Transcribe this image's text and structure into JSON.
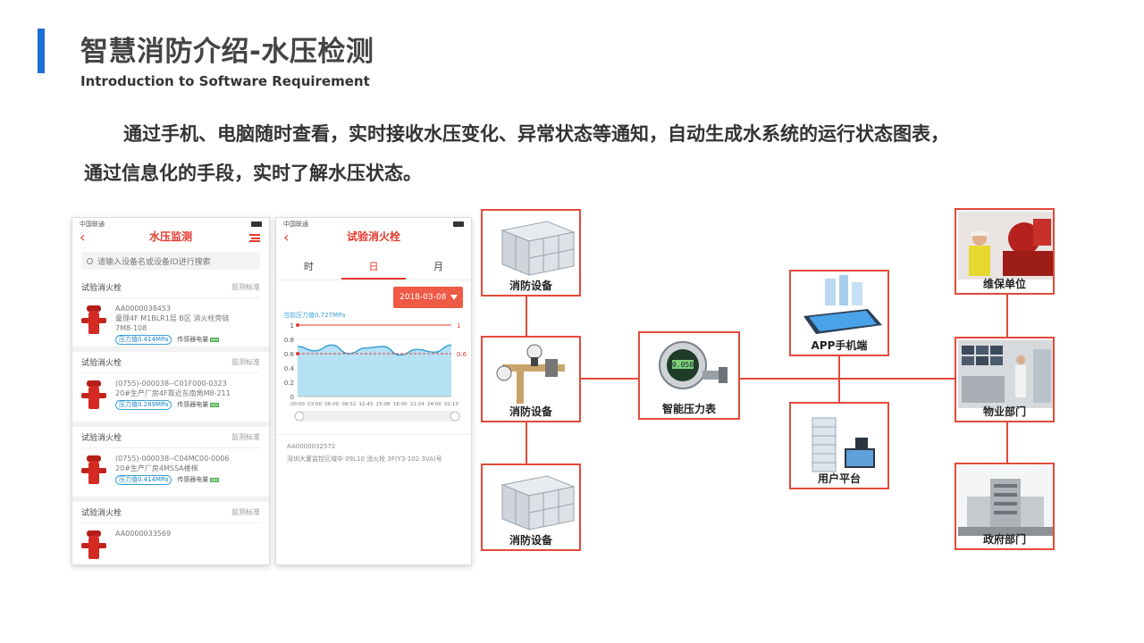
{
  "header": {
    "title": "智慧消防介绍-水压检测",
    "subtitle": "Introduction to Software Requirement"
  },
  "intro": {
    "line1": "通过手机、电脑随时查看，实时接收水压变化、异常状态等通知，自动生成水系统的运行状态图表，",
    "line2": "通过信息化的手段，实时了解水压状态。"
  },
  "phone1": {
    "carrier": "中国联通",
    "title": "水压监测",
    "search_placeholder": "请输入设备名或设备ID进行搜索",
    "devices": [
      {
        "name": "试验消火栓",
        "status": "监测标准",
        "id": "AA0000038453",
        "location": "童理4F M1BLR1层 B区 消火栓旁链",
        "location2": "7M8-108",
        "pressure": "压力值0.414MPa",
        "battery": "传感器电量"
      },
      {
        "name": "试验消火栓",
        "status": "监测标准",
        "id": "(0755)-000038--C01F000-0323",
        "location": "20#生产厂房4F靠近东南角M8-211",
        "location2": "",
        "pressure": "压力值0.289MPa",
        "battery": "传感器电量"
      },
      {
        "name": "试验消火栓",
        "status": "监测标准",
        "id": "(0755)-000038--C04MC00-0006",
        "location": "20#生产厂房4MSSA楼梯",
        "location2": "",
        "pressure": "压力值0.414MPa",
        "battery": "传感器电量"
      },
      {
        "name": "试验消火栓",
        "status": "监测标准",
        "id": "AA0000033569",
        "location": "",
        "location2": "",
        "pressure": "",
        "battery": ""
      }
    ]
  },
  "phone2": {
    "carrier": "中国联通",
    "title": "试验消火栓",
    "tabs": [
      "时",
      "日",
      "月"
    ],
    "active_tab": 1,
    "date": "2018-03-08",
    "current_pressure": "当前压力值0.727MPa",
    "item_id": "AA0000032572",
    "item_location": "深圳大厦监控区域中 09L10 消火栓 3F(Y3-102 3VA)号"
  },
  "chart_data": {
    "type": "area",
    "x": [
      "00:00",
      "03:00",
      "06:00",
      "09:32",
      "12:43",
      "15:08",
      "18:00",
      "21:24",
      "24:00",
      "02:13"
    ],
    "values": [
      0.7,
      0.64,
      0.72,
      0.6,
      0.68,
      0.7,
      0.58,
      0.66,
      0.62,
      0.72
    ],
    "ylim": [
      0,
      1
    ],
    "yticks": [
      0,
      0.2,
      0.4,
      0.6,
      0.8,
      1
    ],
    "upper_limit": 1,
    "lower_limit": 0.6,
    "upper_label": "1",
    "lower_label": "0.6",
    "grid": true
  },
  "diagram": {
    "nodes": {
      "fire1": "消防设备",
      "fire2": "消防设备",
      "fire3": "消防设备",
      "gauge": "智能压力表",
      "app": "APP手机端",
      "user": "用户平台",
      "maint": "维保单位",
      "property": "物业部门",
      "gov": "政府部门"
    },
    "gauge_reading": "0.050"
  },
  "colors": {
    "accent": "#1b6fd3",
    "diagram": "#e34a3a",
    "app_red": "#e33a2e"
  }
}
